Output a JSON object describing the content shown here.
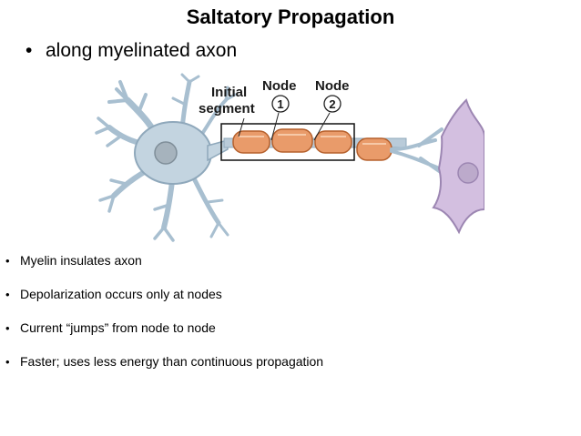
{
  "slide": {
    "title": "Saltatory Propagation",
    "subtitle": "along myelinated axon",
    "bullet_glyph": "•"
  },
  "diagram": {
    "labels": {
      "initial_line1": "Initial",
      "initial_line2": "segment",
      "node_a": "Node",
      "node_a_num": "1",
      "node_b": "Node",
      "node_b_num": "2"
    },
    "colors": {
      "neuron_body": "#c3d4e0",
      "neuron_outline": "#8fa8bb",
      "nucleus": "#a6b3bd",
      "myelin": "#e99b6a",
      "myelin_outline": "#b5602c",
      "target_cell": "#d3bfe0",
      "target_outline": "#9c86b2"
    }
  },
  "bullets": [
    "Myelin insulates axon",
    "Depolarization occurs only at nodes",
    "Current “jumps” from node to node",
    "Faster; uses less energy than continuous propagation"
  ]
}
